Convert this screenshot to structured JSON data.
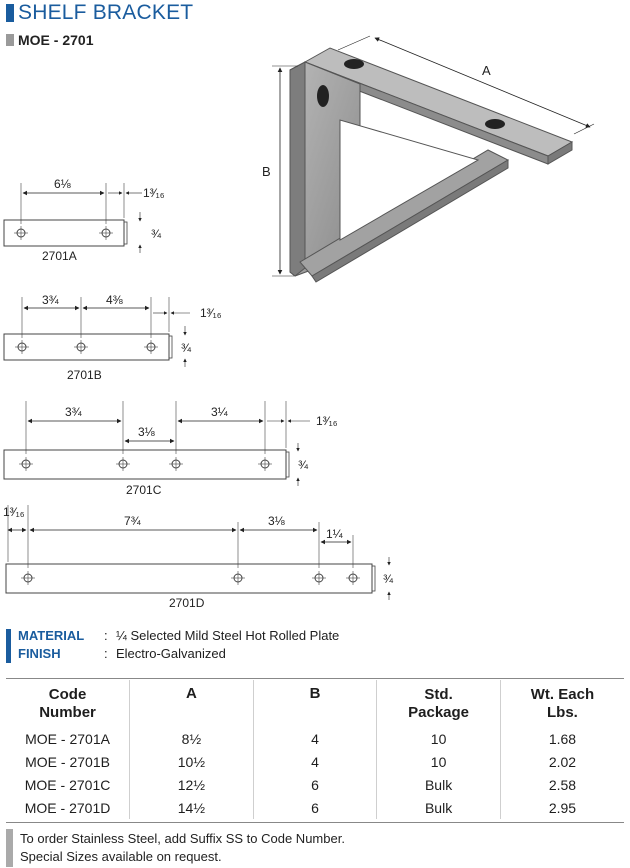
{
  "header": {
    "title": "SHELF BRACKET",
    "subtitle": "MOE - 2701",
    "accent_color": "#1a5c9e",
    "secondary_color": "#9a9a9a"
  },
  "bracket_drawing": {
    "label_a": "A",
    "label_b": "B"
  },
  "drawings": [
    {
      "label": "2701A",
      "dims": [
        "6⅛",
        "1³⁄₁₆",
        "¾"
      ]
    },
    {
      "label": "2701B",
      "dims": [
        "3¾",
        "4⅜",
        "1³⁄₁₆",
        "¾"
      ]
    },
    {
      "label": "2701C",
      "dims": [
        "3¾",
        "3⅛",
        "3¼",
        "1³⁄₁₆",
        "¾"
      ]
    },
    {
      "label": "2701D",
      "dims": [
        "1³⁄₁₆",
        "7¾",
        "3⅛",
        "1¼",
        "¾"
      ]
    }
  ],
  "specs": {
    "material_label": "MATERIAL",
    "material_value": "¼ Selected Mild Steel Hot Rolled Plate",
    "finish_label": "FINISH",
    "finish_value": "Electro-Galvanized",
    "colon": ":"
  },
  "table": {
    "headers": [
      {
        "line1": "Code",
        "line2": "Number"
      },
      {
        "line1": "A",
        "line2": ""
      },
      {
        "line1": "B",
        "line2": ""
      },
      {
        "line1": "Std.",
        "line2": "Package"
      },
      {
        "line1": "Wt. Each",
        "line2": "Lbs."
      }
    ],
    "rows": [
      [
        "MOE - 2701A",
        "8½",
        "4",
        "10",
        "1.68"
      ],
      [
        "MOE - 2701B",
        "10½",
        "4",
        "10",
        "2.02"
      ],
      [
        "MOE - 2701C",
        "12½",
        "6",
        "Bulk",
        "2.58"
      ],
      [
        "MOE - 2701D",
        "14½",
        "6",
        "Bulk",
        "2.95"
      ]
    ]
  },
  "footer": {
    "line1": "To order Stainless Steel, add Suffix SS to Code Number.",
    "line2": "Special Sizes available on request."
  }
}
